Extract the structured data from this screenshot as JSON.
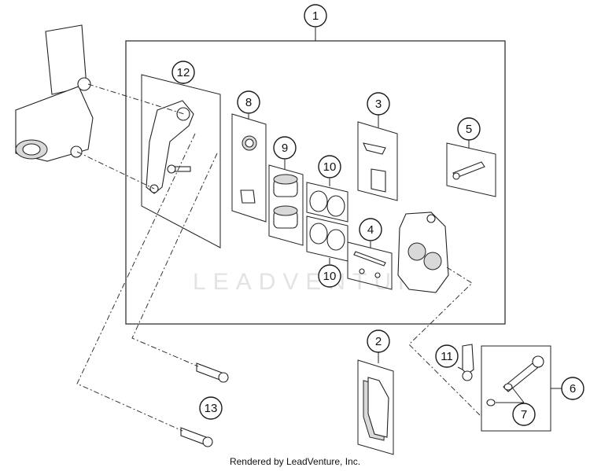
{
  "callouts": [
    "1",
    "2",
    "3",
    "4",
    "5",
    "6",
    "7",
    "8",
    "9",
    "10",
    "10",
    "11",
    "12",
    "13"
  ],
  "watermark": "LEADVENTURE",
  "footer": "Rendered by LeadVenture, Inc."
}
